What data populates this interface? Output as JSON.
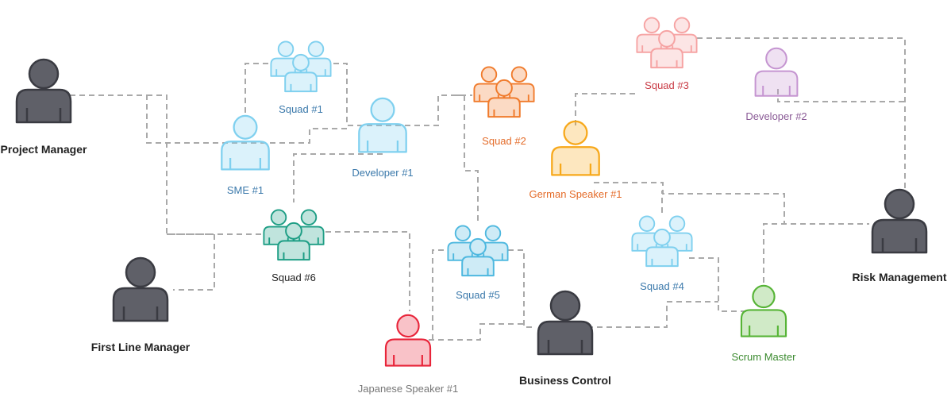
{
  "colors": {
    "connector": "#a9a9a9",
    "dark": "#5f6068",
    "light_blue": "#7fd0ef",
    "orange": "#f07b2c",
    "pink": "#f6a3a3",
    "purple": "#c595d1",
    "yellow": "#f7a81a",
    "teal": "#1e9e85",
    "sky_blue": "#4eb8df",
    "red": "#e8253a",
    "green": "#56b436"
  },
  "label_colors": {
    "dark": "#222222",
    "blue": "#3b79ab",
    "orange": "#e46c2a",
    "red": "#c93b45",
    "purple": "#8a5a96",
    "gray": "#777777",
    "green": "#3b8a2f"
  },
  "nodes": [
    {
      "id": "project-manager",
      "icon": "person-icon",
      "label": "Project Manager",
      "color": "dark",
      "label_color": "dark",
      "bold": true
    },
    {
      "id": "first-line-manager",
      "icon": "person-icon",
      "label": "First Line Manager",
      "color": "dark",
      "label_color": "dark",
      "bold": true
    },
    {
      "id": "business-control",
      "icon": "person-icon",
      "label": "Business Control",
      "color": "dark",
      "label_color": "dark",
      "bold": true
    },
    {
      "id": "risk-management",
      "icon": "person-icon",
      "label": "Risk Management",
      "color": "dark",
      "label_color": "dark",
      "bold": true
    },
    {
      "id": "squad-1",
      "icon": "group-icon",
      "label": "Squad #1",
      "color": "light_blue",
      "label_color": "blue",
      "bold": false
    },
    {
      "id": "sme-1",
      "icon": "person-icon",
      "label": "SME #1",
      "color": "light_blue",
      "label_color": "blue",
      "bold": false
    },
    {
      "id": "developer-1",
      "icon": "person-icon",
      "label": "Developer #1",
      "color": "light_blue",
      "label_color": "blue",
      "bold": false
    },
    {
      "id": "squad-2",
      "icon": "group-icon",
      "label": "Squad #2",
      "color": "orange",
      "label_color": "orange",
      "bold": false
    },
    {
      "id": "squad-3",
      "icon": "group-icon",
      "label": "Squad #3",
      "color": "pink",
      "label_color": "red",
      "bold": false
    },
    {
      "id": "developer-2",
      "icon": "person-icon",
      "label": "Developer #2",
      "color": "purple",
      "label_color": "purple",
      "bold": false
    },
    {
      "id": "german-speaker-1",
      "icon": "person-icon",
      "label": "German Speaker #1",
      "color": "yellow",
      "label_color": "orange",
      "bold": false
    },
    {
      "id": "squad-6",
      "icon": "group-icon",
      "label": "Squad #6",
      "color": "teal",
      "label_color": "dark",
      "bold": false
    },
    {
      "id": "squad-5",
      "icon": "group-icon",
      "label": "Squad #5",
      "color": "sky_blue",
      "label_color": "blue",
      "bold": false
    },
    {
      "id": "squad-4",
      "icon": "group-icon",
      "label": "Squad #4",
      "color": "light_blue",
      "label_color": "blue",
      "bold": false
    },
    {
      "id": "japanese-speaker-1",
      "icon": "person-icon",
      "label": "Japanese Speaker #1",
      "color": "red",
      "label_color": "gray",
      "bold": false
    },
    {
      "id": "scrum-master",
      "icon": "person-icon",
      "label": "Scrum Master",
      "color": "green",
      "label_color": "green",
      "bold": false
    }
  ]
}
